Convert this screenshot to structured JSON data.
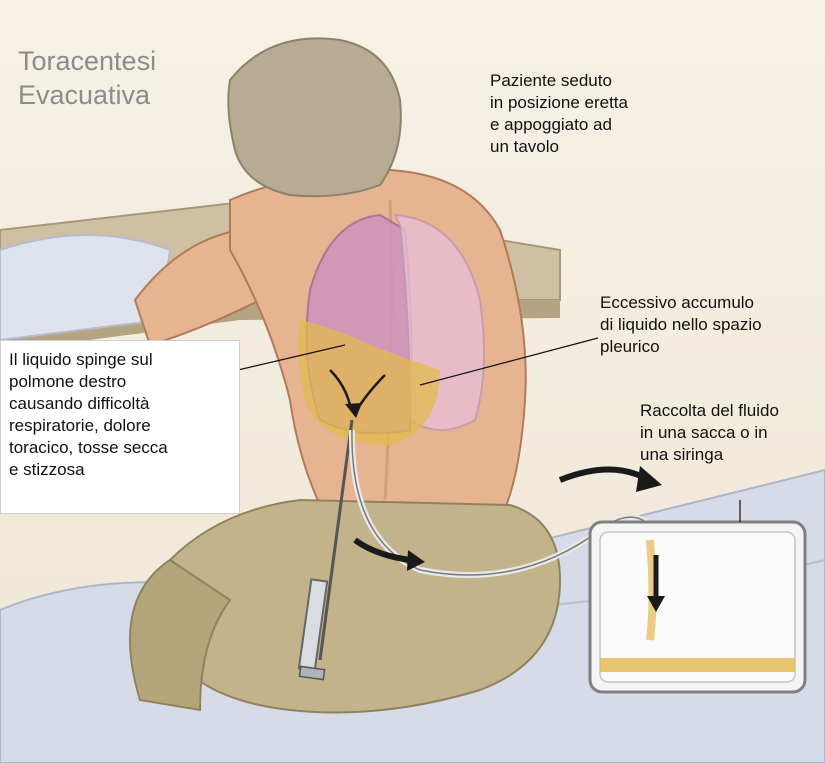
{
  "title": "Toracentesi\nEvacuativa",
  "labels": {
    "patient_position": "Paziente seduto\nin posizione eretta\ne appoggiato ad\nun tavolo",
    "fluid_accumulation": "Eccessivo accumulo\ndi liquido nello spazio\npleurico",
    "lung_pressure": "Il liquido spinge sul\npolmone destro\ncausando difficoltà\nrespiratorie, dolore\ntoracico, tosse secca\ne stizzosa",
    "collection": "Raccolta del fluido\nin una sacca o in\nuna siringa"
  },
  "colors": {
    "skin": "#e6b491",
    "skin_shadow": "#c98d69",
    "hair": "#b8ab93",
    "pants": "#c2b38a",
    "lung": "#cf94bc",
    "fluid": "#e3b94e",
    "bed": "#d7dbe7",
    "table": "#cfc0a3",
    "arrow": "#1a1a1a"
  }
}
